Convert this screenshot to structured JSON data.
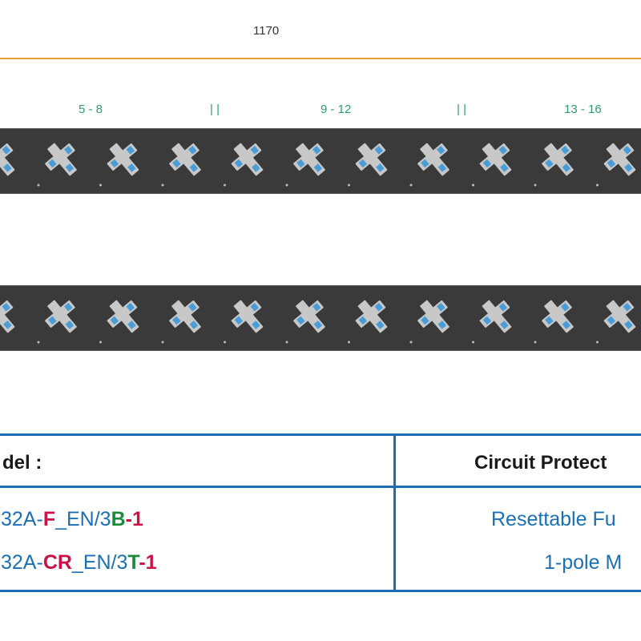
{
  "dimension": {
    "label": "1170"
  },
  "groups": [
    "5 - 8",
    "| |",
    "9 - 12",
    "| |",
    "13 - 16"
  ],
  "table": {
    "header_model": "del :",
    "header_protection": "Circuit Protect",
    "rows": [
      {
        "model_parts": [
          "32A-",
          "F",
          "_EN/3",
          "B",
          "-1"
        ],
        "protection": "Resettable Fu"
      },
      {
        "model_parts": [
          "32A-",
          "CR",
          "_EN/3",
          "T",
          "-1"
        ],
        "protection": "1-pole M"
      }
    ]
  },
  "colors": {
    "accent_orange": "#e8a033",
    "table_blue": "#1a6fb5",
    "group_green": "#2e9e6a",
    "code_red": "#cc1144",
    "code_green": "#1a8a3a"
  }
}
